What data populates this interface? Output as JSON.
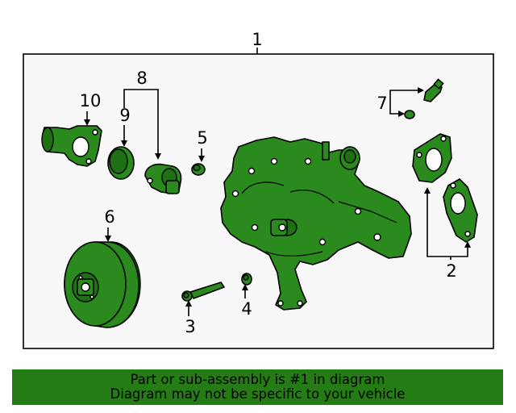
{
  "callouts": {
    "c1": "1",
    "c2": "2",
    "c3": "3",
    "c4": "4",
    "c5": "5",
    "c6": "6",
    "c7": "7",
    "c8": "8",
    "c9": "9",
    "c10": "10"
  },
  "banner": {
    "line1": "Part or sub-assembly is #1 in diagram",
    "line2": "Diagram may not be specific to your vehicle",
    "color": "#267c14"
  },
  "colors": {
    "part": "#2a8a1e",
    "outline": "#000000"
  }
}
